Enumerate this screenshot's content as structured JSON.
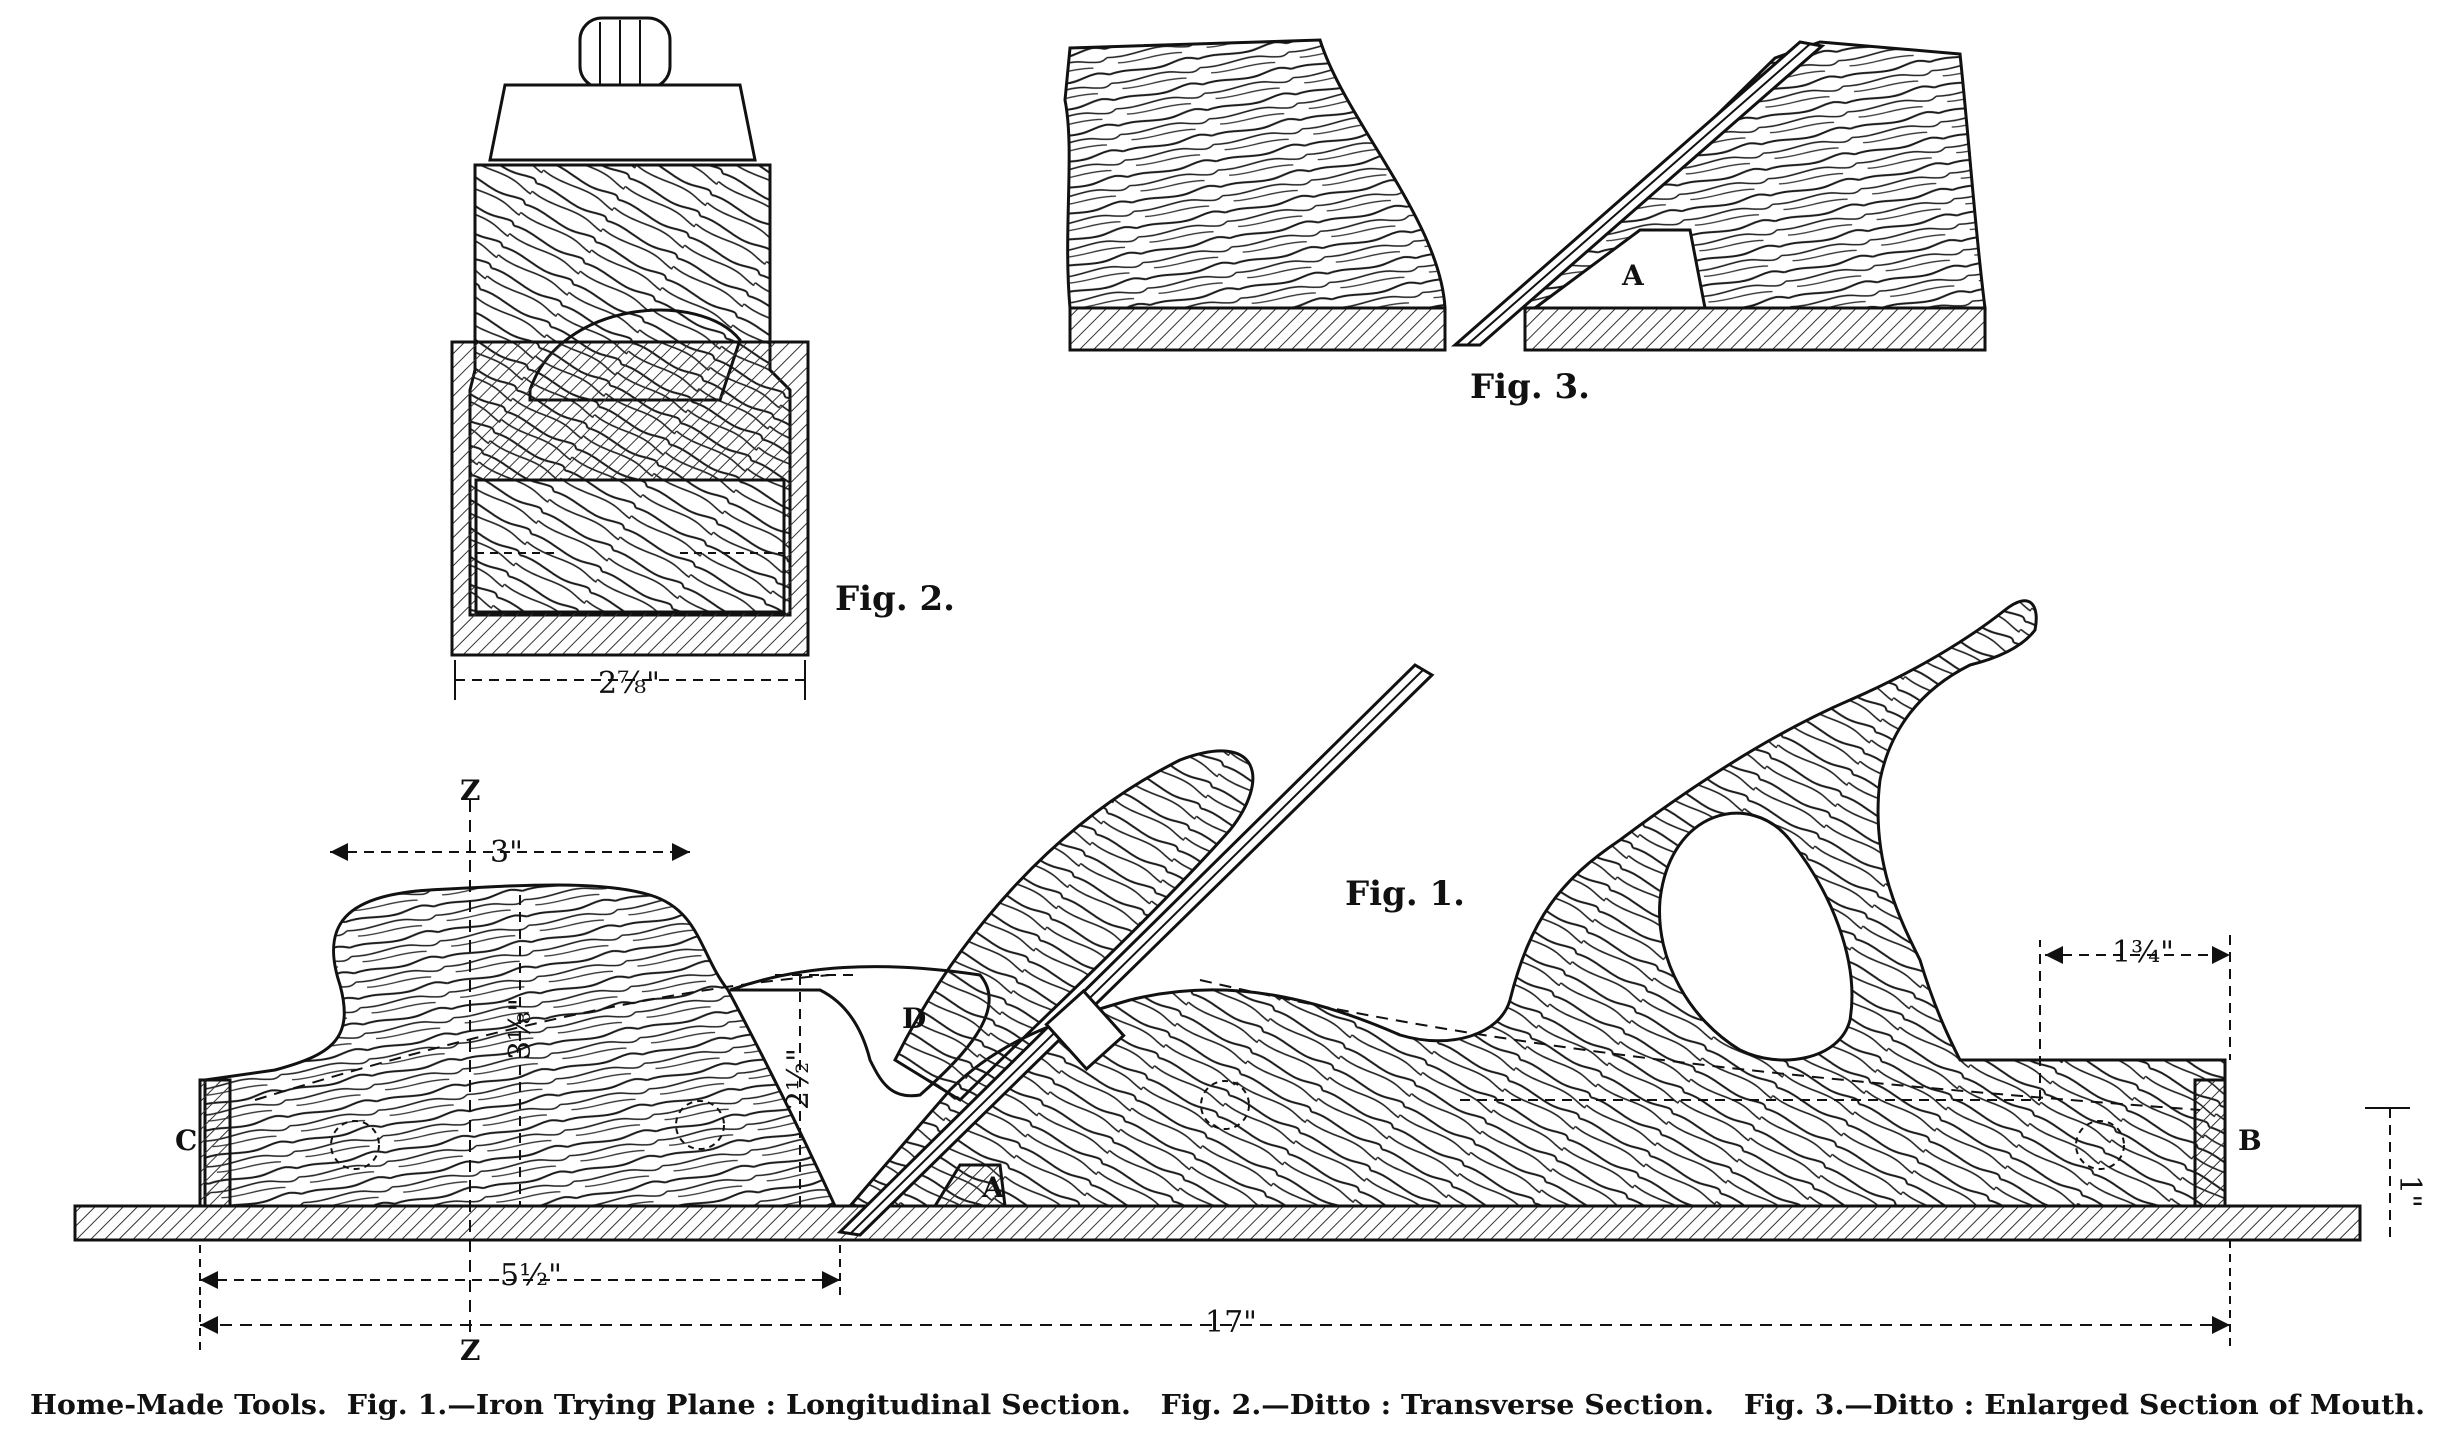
{
  "figures": {
    "fig1": {
      "label": "Fig. 1."
    },
    "fig2": {
      "label": "Fig. 2."
    },
    "fig3": {
      "label": "Fig. 3."
    }
  },
  "dimensions": {
    "total_length": "17\"",
    "front_width": "3\"",
    "front_length": "5½\"",
    "front_height": "3⅛\"",
    "mouth_height": "2½\"",
    "rear_offset": "1¾\"",
    "sole_height": "1\"",
    "transverse_width": "2⅞\""
  },
  "letters": {
    "c": "C",
    "b": "B",
    "a": "A",
    "d": "D",
    "a_fig3": "A",
    "z_top": "Z",
    "z_bottom": "Z"
  },
  "caption": "Home-Made Tools.  Fig. 1.—Iron Trying Plane : Longitudinal Section.   Fig. 2.—Ditto : Transverse Section.   Fig. 3.—Ditto : Enlarged Section of Mouth."
}
